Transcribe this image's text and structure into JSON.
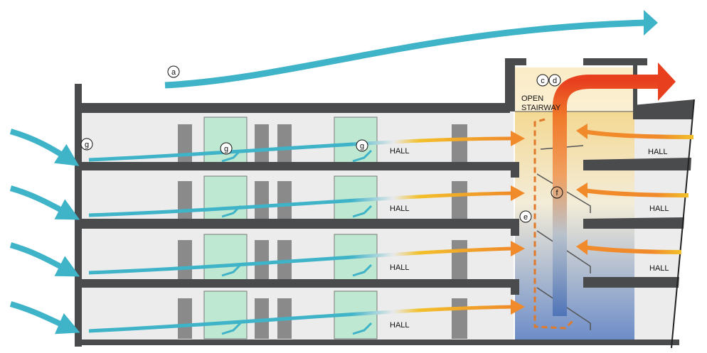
{
  "labels": {
    "a": "a",
    "c": "c",
    "d": "d",
    "e": "e",
    "f": "f",
    "g": "g",
    "open": "OPEN",
    "stairway": "STAIRWAY",
    "hall": "HALL"
  },
  "colors": {
    "cool_air": "#3fb3c8",
    "warm_air": "#f08a2a",
    "exhaust": "#e8401f",
    "slab": "#4a4b4d",
    "stair_top": "#f5d27a",
    "stair_bottom": "#6f8fc9",
    "window_glass": "#bfe8d2"
  }
}
